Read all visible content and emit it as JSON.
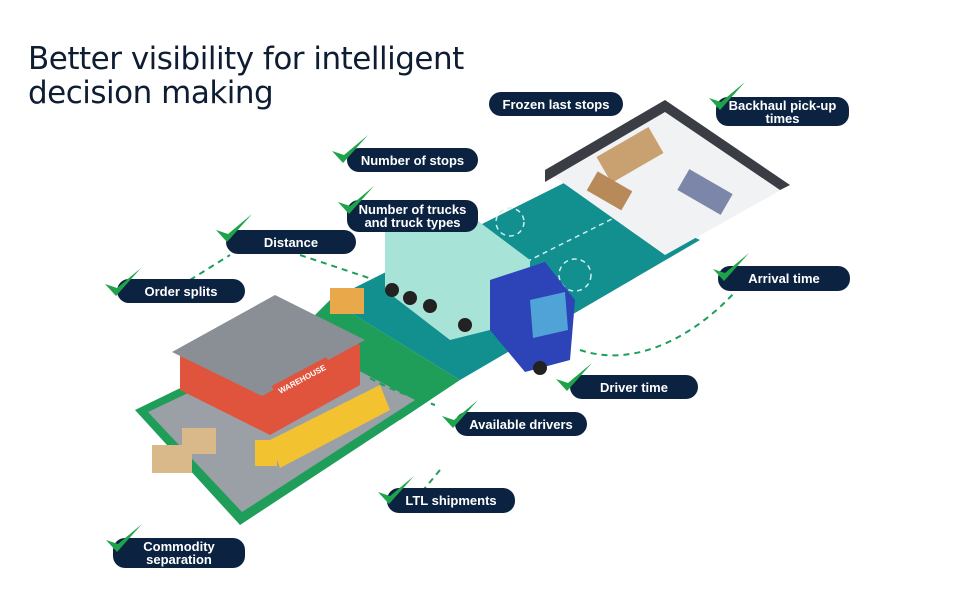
{
  "title": "Better visibility for intelligent decision making",
  "colors": {
    "pill": "#0b2341",
    "check": "#1fa34a",
    "road": "#128f8f",
    "ground": "#1f9e5a"
  },
  "labels": {
    "frozen_last_stops": "Frozen last stops",
    "backhaul": "Backhaul pick-up times",
    "number_of_stops": "Number of stops",
    "number_of_trucks": "Number of trucks and truck types",
    "distance": "Distance",
    "order_splits": "Order splits",
    "arrival_time": "Arrival time",
    "driver_time": "Driver time",
    "available_drivers": "Available drivers",
    "ltl_shipments": "LTL shipments",
    "commodity_separation": "Commodity separation"
  },
  "illustration": {
    "warehouse_sign": "WAREHOUSE"
  }
}
